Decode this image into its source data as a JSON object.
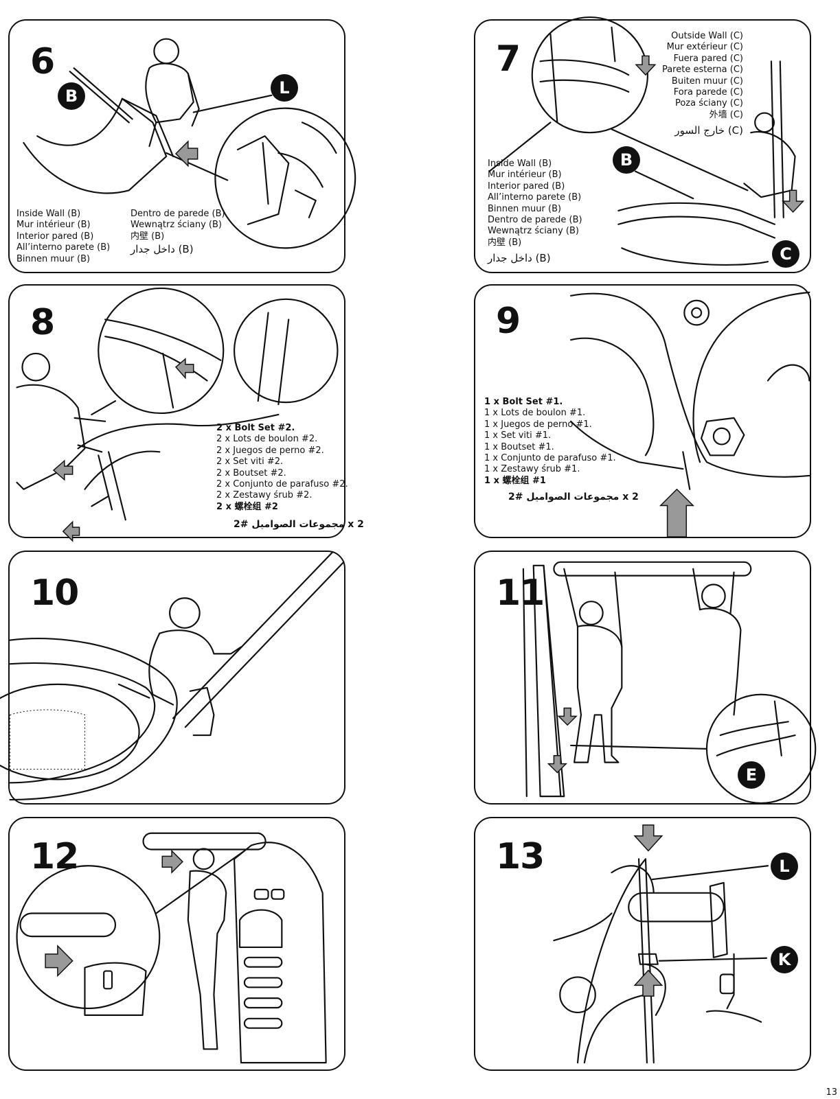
{
  "page_number": "13",
  "steps": [
    {
      "number": "6",
      "callouts": [
        "B",
        "L"
      ],
      "text_left": [
        "Inside Wall (B)",
        "Mur intérieur (B)",
        "Interior pared (B)",
        "All’interno parete (B)",
        "Binnen muur (B)"
      ],
      "text_right": [
        "Dentro de parede (B)",
        "Wewnątrz ściany (B)",
        "内壁 (B)",
        "داخل جدار (B)"
      ]
    },
    {
      "number": "7",
      "callouts": [
        "B",
        "C"
      ],
      "outside_wall": [
        "Outside Wall (C)",
        "Mur extérieur (C)",
        "Fuera pared (C)",
        "Parete esterna (C)",
        "Buiten muur (C)",
        "Fora parede (C)",
        "Poza ściany (C)",
        "外墙 (C)",
        "خارج السور (C)"
      ],
      "inside_wall": [
        "Inside Wall (B)",
        "Mur intérieur (B)",
        "Interior pared (B)",
        "All’interno parete (B)",
        "Binnen muur (B)",
        "Dentro de parede (B)",
        "Wewnątrz ściany (B)",
        "内壁 (B)",
        "داخل جدار (B)"
      ]
    },
    {
      "number": "8",
      "bolt_lines": [
        "2 x Bolt Set #2.",
        "2 x Lots de boulon #2.",
        "2 x Juegos de perno #2.",
        "2 x Set viti #2.",
        "2 x Boutset #2.",
        "2 x Conjunto de parafuso #2.",
        "2 x Zestawy śrub #2.",
        "2 x 螺栓组 #2",
        "2 x مجموعات الصواميل #2"
      ]
    },
    {
      "number": "9",
      "bolt_lines": [
        "1 x Bolt Set #1.",
        "1 x Lots de boulon #1.",
        "1 x Juegos de perno #1.",
        "1 x Set viti #1.",
        "1 x Boutset #1.",
        "1 x Conjunto de parafuso #1.",
        "1 x Zestawy śrub #1.",
        "1 x 螺栓组 #1",
        "2 x مجموعات الصواميل #2"
      ]
    },
    {
      "number": "10"
    },
    {
      "number": "11",
      "callouts": [
        "E"
      ]
    },
    {
      "number": "12"
    },
    {
      "number": "13",
      "callouts": [
        "L",
        "K"
      ]
    }
  ]
}
